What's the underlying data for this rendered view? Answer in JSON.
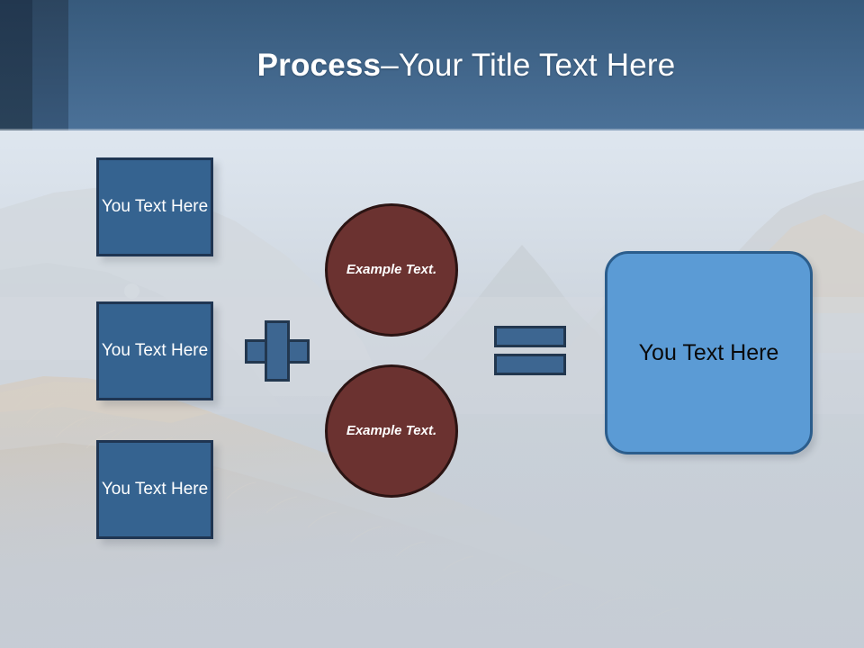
{
  "slide": {
    "header": {
      "title_strong": "Process",
      "title_separator": " – ",
      "title_light": "Your Title Text Here",
      "band_colors": [
        "#22374f",
        "#2c455f",
        "#375a7c"
      ],
      "text_color": "#ffffff"
    },
    "inputs": {
      "boxes": [
        {
          "text": "You Text Here",
          "fill": "#356390",
          "border": "#1f3552",
          "text_color": "#ffffff"
        },
        {
          "text": "You Text Here",
          "fill": "#356390",
          "border": "#1f3552",
          "text_color": "#ffffff"
        },
        {
          "text": "You Text Here",
          "fill": "#356390",
          "border": "#1f3552",
          "text_color": "#ffffff"
        }
      ]
    },
    "operators": {
      "plus": {
        "symbol": "plus-symbol",
        "fill": "#3d6691",
        "border": "#22374f"
      },
      "equals": {
        "symbol": "equals-symbol",
        "fill": "#3d6691",
        "border": "#22374f"
      }
    },
    "circles": [
      {
        "text": "Example Text.",
        "fill": "#6b3230",
        "border": "#2b1413",
        "text_color": "#ffffff"
      },
      {
        "text": "Example Text.",
        "fill": "#6b3230",
        "border": "#2b1413",
        "text_color": "#ffffff"
      }
    ],
    "result": {
      "text": "You Text Here",
      "fill": "#5b9bd5",
      "border": "#2b5d8c",
      "text_color": "#0a0a0a"
    },
    "background": {
      "kind": "mountain-photo",
      "sky_color": "#e9eff5",
      "haze_color": "#c9d0d8"
    }
  }
}
